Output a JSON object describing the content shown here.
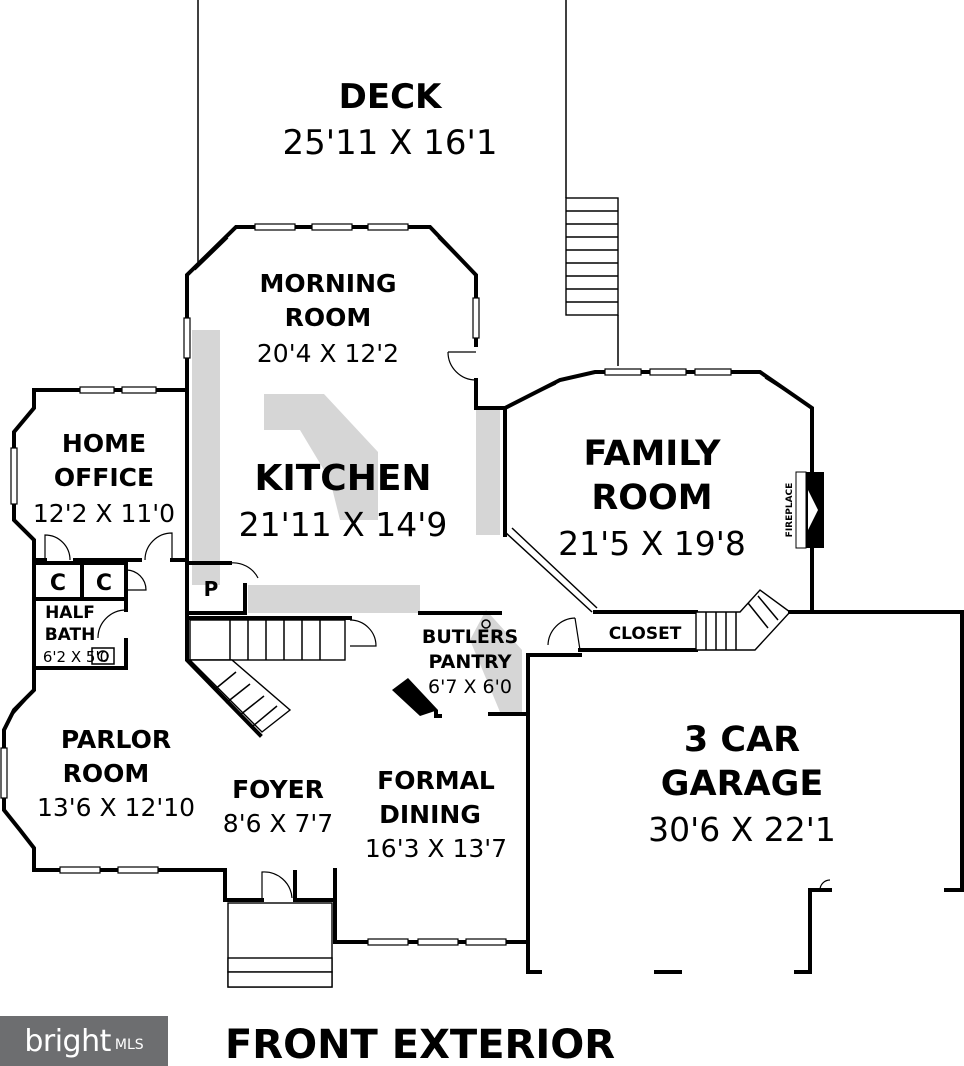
{
  "rooms": {
    "deck": {
      "name": "DECK",
      "dims": "25'11 X 16'1"
    },
    "morning_room": {
      "name_line1": "MORNING",
      "name_line2": "ROOM",
      "dims": "20'4 X 12'2"
    },
    "kitchen": {
      "name": "KITCHEN",
      "dims": "21'11 X 14'9"
    },
    "home_office": {
      "name_line1": "HOME",
      "name_line2": "OFFICE",
      "dims": "12'2 X 11'0"
    },
    "family_room": {
      "name_line1": "FAMILY",
      "name_line2": "ROOM",
      "dims": "21'5 X 19'8"
    },
    "fireplace": {
      "name": "FIREPLACE"
    },
    "closet_c1": {
      "name": "C"
    },
    "closet_c2": {
      "name": "C"
    },
    "pantry": {
      "name": "P"
    },
    "half_bath": {
      "name_line1": "HALF",
      "name_line2": "BATH",
      "dims": "6'2 X 5'0"
    },
    "closet": {
      "name": "CLOSET"
    },
    "butlers_pantry": {
      "name_line1": "BUTLERS",
      "name_line2": "PANTRY",
      "dims": "6'7 X 6'0"
    },
    "parlor_room": {
      "name_line1": "PARLOR",
      "name_line2": "ROOM",
      "dims": "13'6 X 12'10"
    },
    "foyer": {
      "name": "FOYER",
      "dims": "8'6 X 7'7"
    },
    "formal_dining": {
      "name_line1": "FORMAL",
      "name_line2": "DINING",
      "dims": "16'3 X 13'7"
    },
    "garage": {
      "name_line1": "3 CAR",
      "name_line2": "GARAGE",
      "dims": "30'6 X 22'1"
    }
  },
  "caption": "FRONT EXTERIOR",
  "logo": {
    "brand": "bright",
    "suffix": "MLS"
  }
}
